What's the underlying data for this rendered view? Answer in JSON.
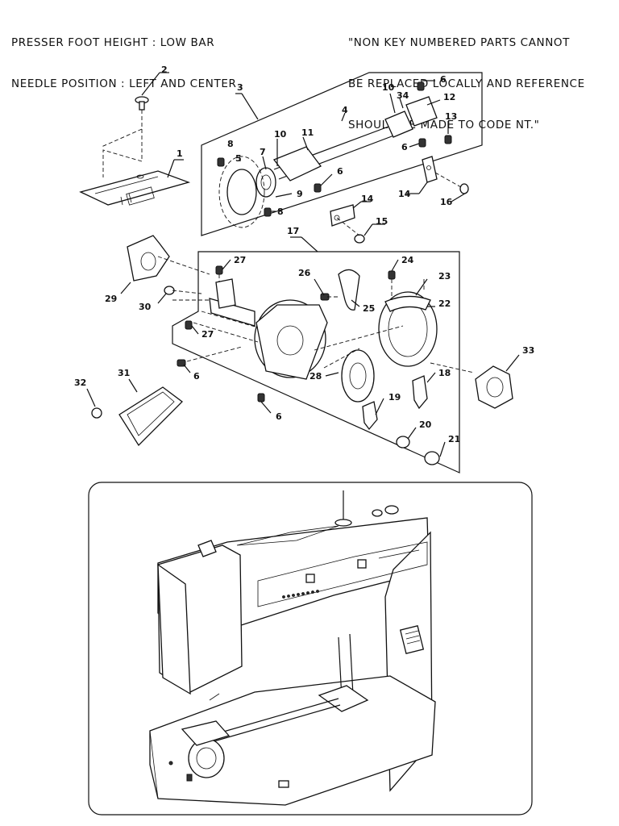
{
  "header": {
    "left_line1": "PRESSER FOOT HEIGHT : LOW BAR",
    "left_line2": "NEEDLE POSITION : LEFT AND CENTER",
    "right_line1": "\"NON KEY NUMBERED PARTS CANNOT",
    "right_line2": "BE REPLACED LOCALLY AND REFERENCE",
    "right_line3": "SHOULD BE MADE TO CODE NT.\""
  },
  "callouts": {
    "c1": "1",
    "c2": "2",
    "c3": "3",
    "c4": "4",
    "c5": "5",
    "c6a": "6",
    "c6b": "6",
    "c6c": "6",
    "c6d": "6",
    "c6e": "6",
    "c7": "7",
    "c8a": "8",
    "c8b": "8",
    "c9": "9",
    "c10a": "10",
    "c10b": "10",
    "c11": "11",
    "c12": "12",
    "c13": "13",
    "c14a": "14",
    "c14b": "14",
    "c15": "15",
    "c16": "16",
    "c17": "17",
    "c18": "18",
    "c19": "19",
    "c20": "20",
    "c21": "21",
    "c22": "22",
    "c23": "23",
    "c24": "24",
    "c25": "25",
    "c26": "26",
    "c27a": "27",
    "c27b": "27",
    "c28": "28",
    "c29": "29",
    "c30": "30",
    "c31": "31",
    "c32": "32",
    "c33": "33",
    "c34": "34"
  }
}
